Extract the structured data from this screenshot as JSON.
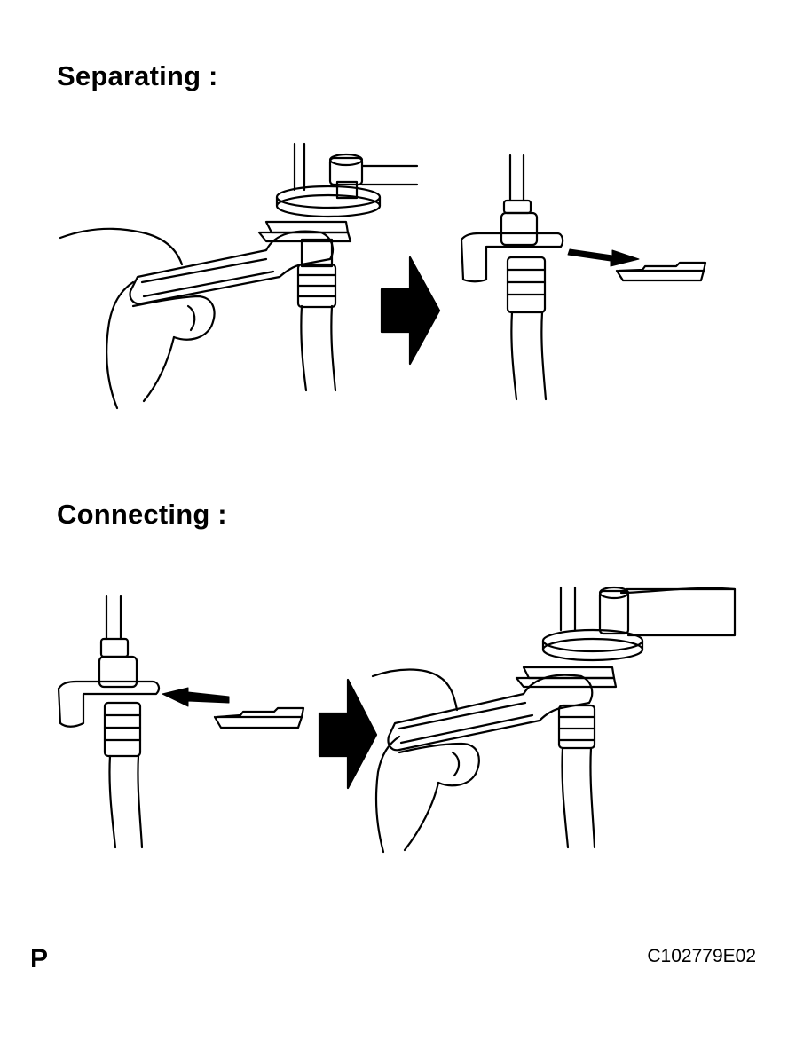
{
  "headings": {
    "separating": "Separating :",
    "connecting": "Connecting :"
  },
  "footer": {
    "corner_mark": "P",
    "figure_code": "C102779E02"
  },
  "icons": [
    "hand-icon",
    "wrench-icon",
    "arrow-right-icon",
    "arrow-small-icon",
    "hose-icon",
    "clip-icon"
  ],
  "colors": {
    "ink": "#000000",
    "paper": "#ffffff"
  }
}
